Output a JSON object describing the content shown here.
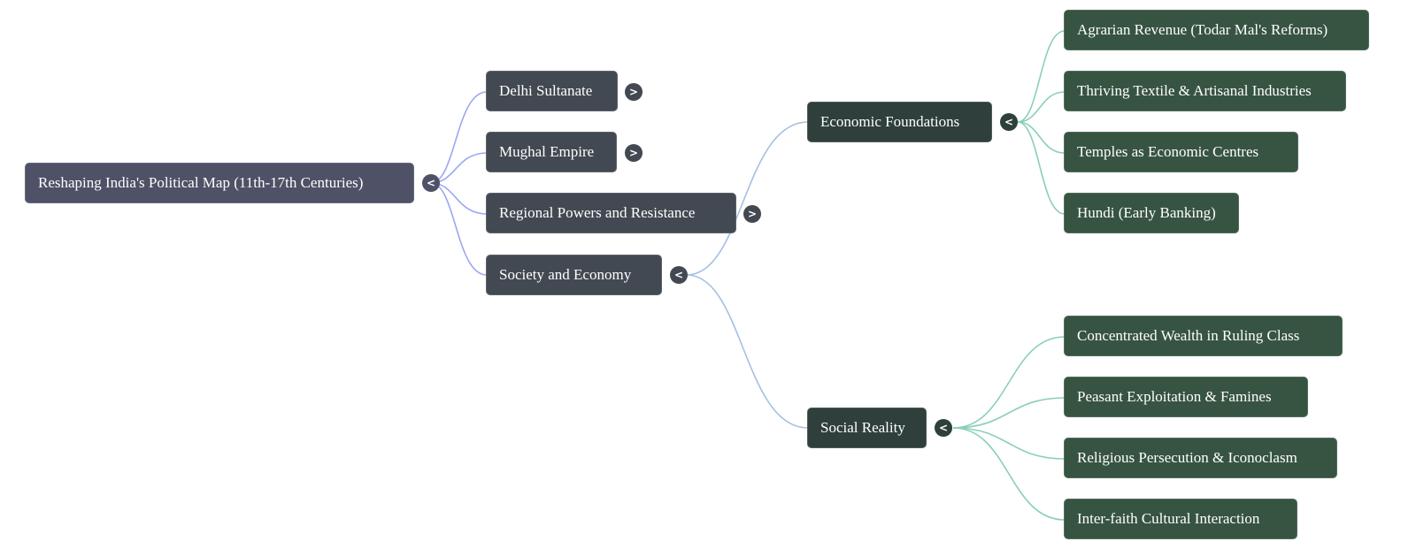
{
  "mindmap": {
    "root": {
      "label": "Reshaping India's Political Map (11th-17th Centuries)",
      "toggle": "<"
    },
    "level1": [
      {
        "label": "Delhi Sultanate",
        "toggle": ">"
      },
      {
        "label": "Mughal Empire",
        "toggle": ">"
      },
      {
        "label": "Regional Powers and Resistance",
        "toggle": ">"
      },
      {
        "label": "Society and Economy",
        "toggle": "<"
      }
    ],
    "level2": [
      {
        "label": "Economic Foundations",
        "toggle": "<"
      },
      {
        "label": "Social Reality",
        "toggle": "<"
      }
    ],
    "economic_foundations_children": [
      {
        "label": "Agrarian Revenue (Todar Mal's Reforms)"
      },
      {
        "label": "Thriving Textile & Artisanal Industries"
      },
      {
        "label": "Temples as Economic Centres"
      },
      {
        "label": "Hundi (Early Banking)"
      }
    ],
    "social_reality_children": [
      {
        "label": "Concentrated Wealth in Ruling Class"
      },
      {
        "label": "Peasant Exploitation & Famines"
      },
      {
        "label": "Religious Persecution & Iconoclasm"
      },
      {
        "label": "Inter-faith Cultural Interaction"
      }
    ]
  },
  "colors": {
    "root_node": "#4f5267",
    "level1_node": "#434952",
    "level2_node": "#2f403c",
    "level3_node": "#375442",
    "level1_link": "#9aa8f0",
    "level2_link": "#a5c0e2",
    "level3_link": "#8acfb8"
  }
}
